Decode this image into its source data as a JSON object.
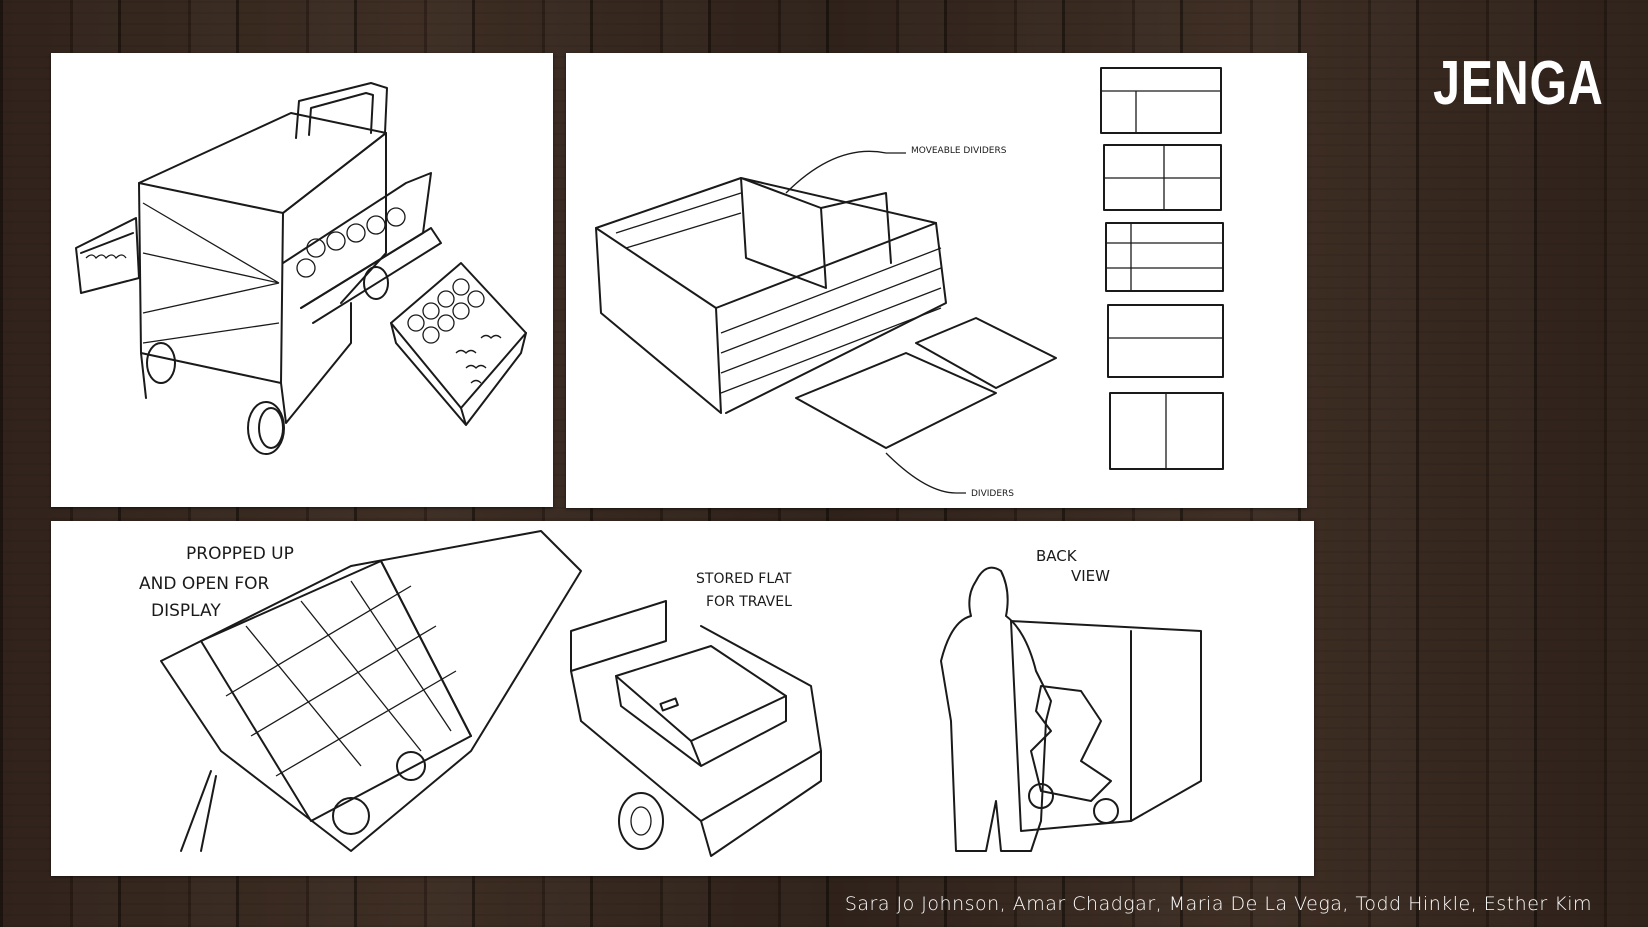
{
  "slide": {
    "title": "JENGA",
    "credits": "Sara Jo Johnson, Amar Chadgar, Maria De La Vega, Todd Hinkle, Esther Kim"
  },
  "sketches": {
    "movable_dividers_label": "MOVEABLE DIVIDERS",
    "dividers_label": "DIVIDERS",
    "propped_label_1": "PROPPED UP",
    "propped_label_2": "AND OPEN FOR",
    "propped_label_3": "DISPLAY",
    "stored_label_1": "STORED FLAT",
    "stored_label_2": "FOR TRAVEL",
    "back_label_1": "BACK",
    "back_label_2": "VIEW"
  }
}
